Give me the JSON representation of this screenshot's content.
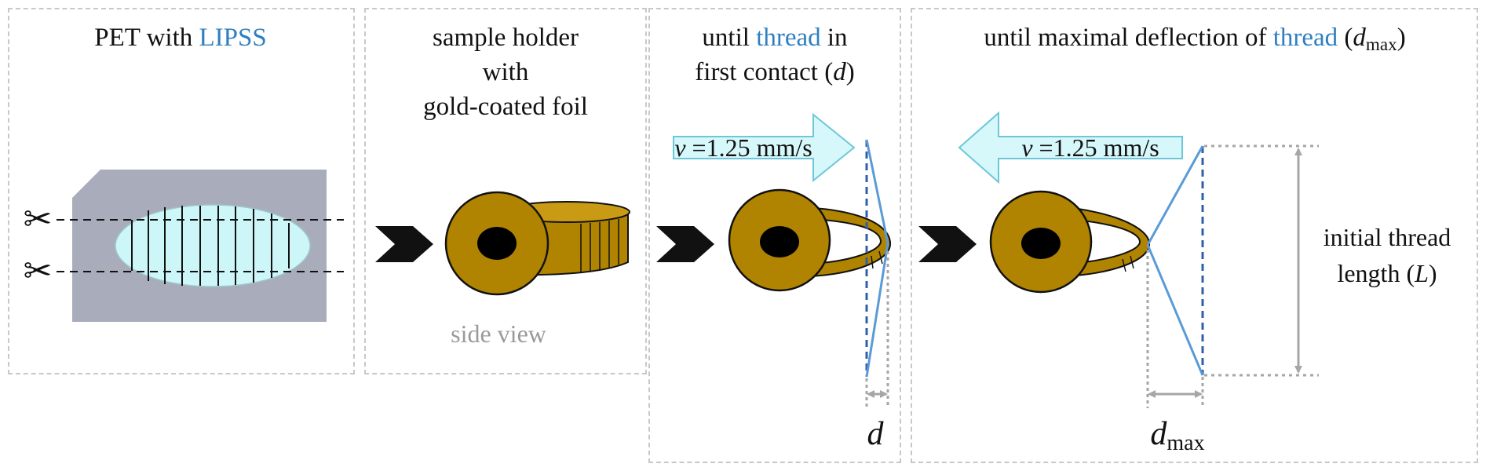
{
  "panel1": {
    "title_prefix": "PET with ",
    "title_highlight": "LIPSS",
    "cut_icon_top": "✂",
    "cut_icon_bottom": "✂"
  },
  "panel2": {
    "title_line1": "sample holder",
    "title_line2": "with",
    "title_line3": "gold-coated foil",
    "caption": "side view"
  },
  "panel3": {
    "title_prefix": "until ",
    "title_highlight": "thread",
    "title_suffix": " in",
    "title_line2_prefix": "first contact (",
    "title_line2_var": "d",
    "title_line2_suffix": ")",
    "speed_var": "v",
    "speed_text": " =1.25 mm/s",
    "dim_label": "d"
  },
  "panel4": {
    "title_prefix": "until maximal deflection of ",
    "title_highlight": "thread",
    "title_mid": " (",
    "title_var": "d",
    "title_sub": "max",
    "title_suffix": ")",
    "speed_var": "v",
    "speed_text": " =1.25 mm/s",
    "dim_label": "d",
    "dim_sub": "max",
    "length_line1": "initial thread",
    "length_line2_prefix": "length (",
    "length_var": "L",
    "length_line2_suffix": ")"
  },
  "colors": {
    "accent_blue": "#2e7fc2",
    "gold": "#b08400",
    "gold_light": "#c99a13",
    "pet_grey": "#a9adbb",
    "lipss_cyan": "#cdf6f9",
    "thread_blue": "#5b9bd5",
    "arrow_fill": "#d7f8fb",
    "arrow_stroke": "#6ec7d8",
    "dim_grey": "#a6a6a6",
    "panel_border": "#c8c8c8"
  }
}
